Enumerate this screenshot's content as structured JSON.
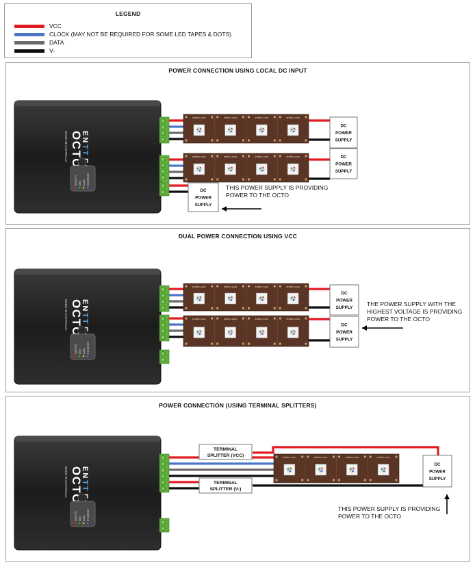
{
  "legend": {
    "title": "LEGEND",
    "items": [
      {
        "label": "VCC",
        "color": "#e11b22"
      },
      {
        "label": "CLOCK (MAY NOT BE REQUIRED FOR SOME LED TAPES & DOTS)",
        "color": "#4a76c8"
      },
      {
        "label": "DATA",
        "color": "#6b6b6b"
      },
      {
        "label": "V-",
        "color": "#0d0d0d"
      }
    ]
  },
  "device": {
    "brand": "ENTTEC",
    "model": "OCTO",
    "origin": "MADE IN AUSTRALIA",
    "led_labels": [
      "IDENTITY",
      "DMX",
      "DATA",
      "ETHERNET"
    ]
  },
  "strip": {
    "brand": "enttec.com"
  },
  "panels": [
    {
      "title": "POWER CONNECTION USING LOCAL DC INPUT",
      "psu_labels": [
        "DC",
        "POWER",
        "SUPPLY"
      ],
      "annotation": [
        "THIS POWER SUPPLY IS PROVIDING",
        "POWER TO THE OCTO"
      ]
    },
    {
      "title": "DUAL POWER CONNECTION USING VCC",
      "psu_labels": [
        "DC",
        "POWER",
        "SUPPLY"
      ],
      "annotation": [
        "THE POWER SUPPLY WITH THE",
        "HIGHEST VOLTAGE IS PROVIDING",
        "POWER TO THE OCTO"
      ]
    },
    {
      "title": "POWER CONNECTION (USING TERMINAL SPLITTERS)",
      "psu_labels": [
        "DC",
        "POWER",
        "SUPPLY"
      ],
      "splitters": [
        {
          "line1": "TERMINAL",
          "line2": "SPLITTER (VCC)"
        },
        {
          "line1": "TERMINAL",
          "line2": "SPLITTER (V-)"
        }
      ],
      "annotation": [
        "THIS POWER SUPPLY IS PROVIDING",
        "POWER TO THE OCTO"
      ]
    }
  ],
  "colors": {
    "vcc": "#e11b22",
    "clock": "#4a76c8",
    "data": "#6b6b6b",
    "vminus": "#0d0d0d",
    "terminal_green": "#5daf3a",
    "strip_brown": "#5a3424"
  }
}
